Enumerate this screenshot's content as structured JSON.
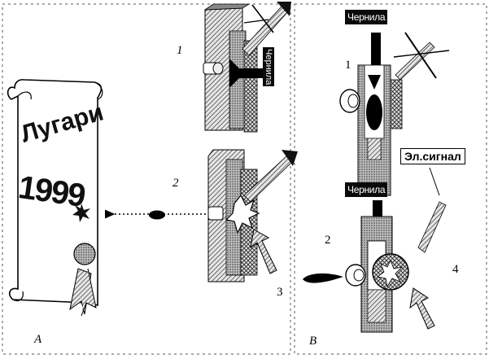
{
  "panels": {
    "left_letter": "A",
    "right_letter": "B"
  },
  "labels": {
    "left_1": "1",
    "left_2": "2",
    "left_3": "3",
    "right_1": "1",
    "right_2": "2",
    "right_4": "4"
  },
  "ink_label": "Чернила",
  "signal_label": "Эл.сигнал",
  "scroll": {
    "title": "Лугари",
    "year": "1999"
  },
  "colors": {
    "ink": "#0a0a0a",
    "hatch": "#444444",
    "paper": "#ffffff"
  }
}
